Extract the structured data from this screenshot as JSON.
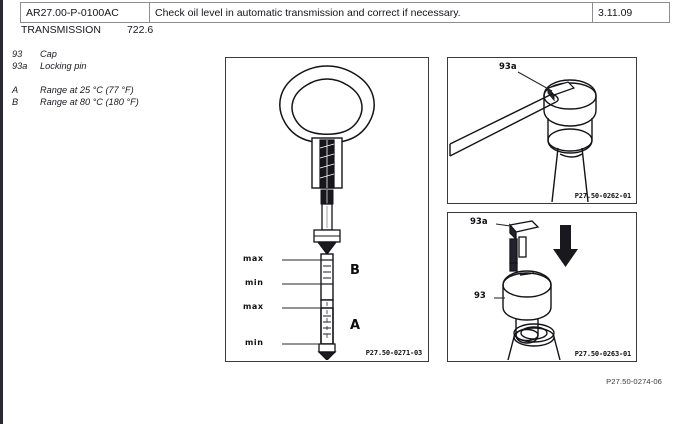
{
  "header": {
    "document_number": "AR27.00-P-0100AC",
    "title": "Check oil level in automatic transmission and correct if necessary.",
    "date": "3.11.09",
    "system_label": "TRANSMISSION",
    "system_code": "722.6"
  },
  "legend": {
    "parts": [
      {
        "key": "93",
        "label": "Cap"
      },
      {
        "key": "93a",
        "label": "Locking pin"
      }
    ],
    "ranges": [
      {
        "key": "A",
        "label": "Range at 25 °C (77 °F)"
      },
      {
        "key": "B",
        "label": "Range at 80 °C (180 °F)"
      }
    ]
  },
  "figures": {
    "dipstick": {
      "code": "P27.50-0271-03",
      "marks": {
        "b_max": "max",
        "b_min": "min",
        "a_max": "max",
        "a_min": "min"
      },
      "range_b": "B",
      "range_a": "A"
    },
    "cap_removal": {
      "code": "P27.50-0262-01",
      "callout_pin": "93a"
    },
    "cap_install": {
      "code": "P27.50-0263-01",
      "callout_pin": "93a",
      "callout_cap": "93"
    }
  },
  "page_code": "P27.50-0274-06"
}
